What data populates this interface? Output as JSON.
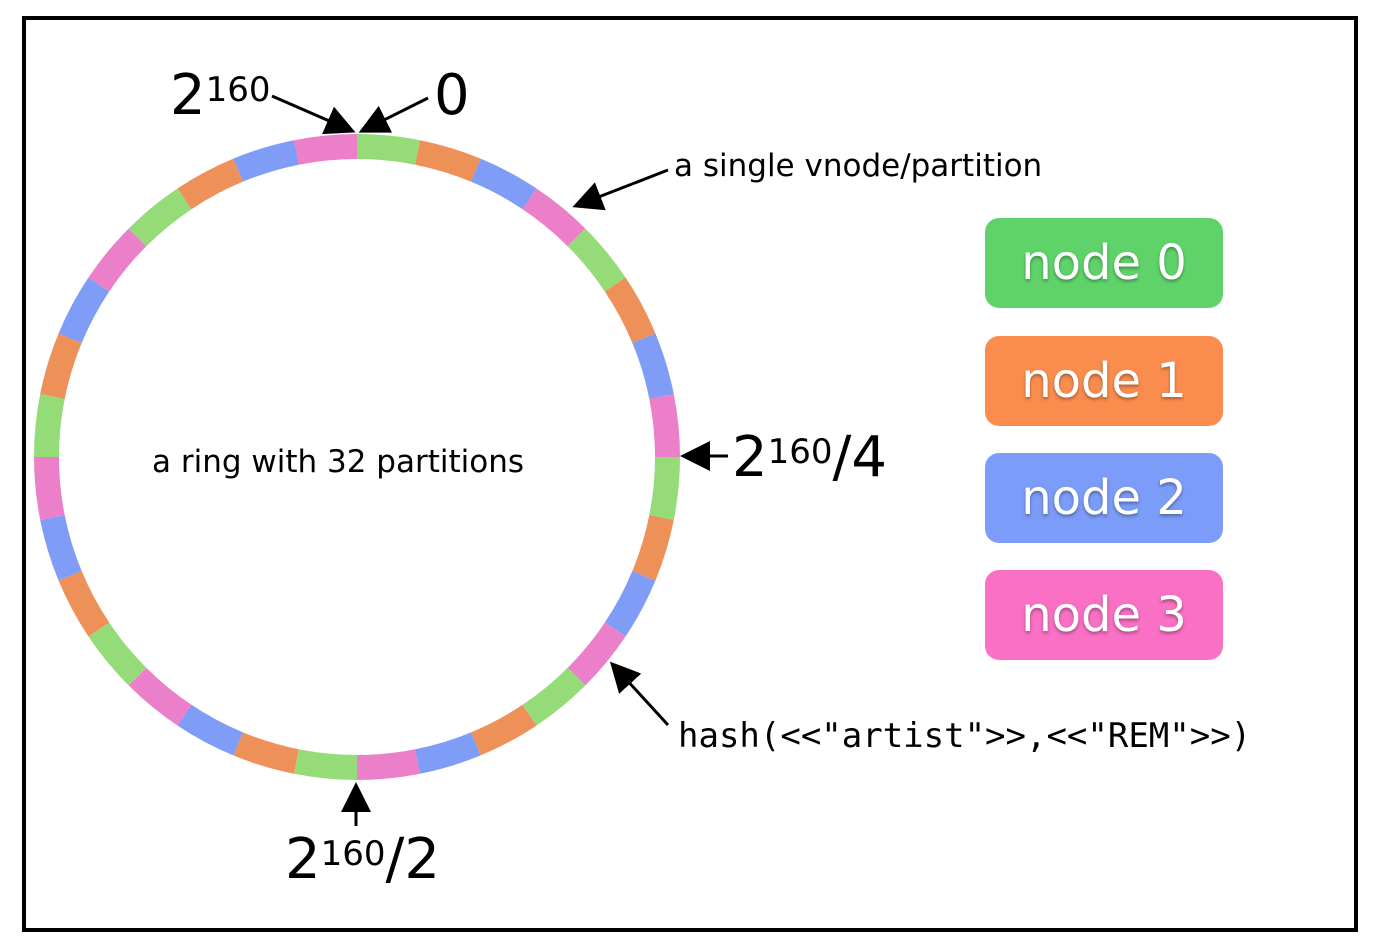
{
  "ring": {
    "partitions": 32,
    "center_label": "a ring with 32 partitions",
    "partition_node_order": [
      0,
      1,
      2,
      3
    ],
    "colors": {
      "node0": "#95dc78",
      "node1": "#ee9158",
      "node2": "#7f9cf7",
      "node3": "#ec7fc9"
    }
  },
  "labels": {
    "top_left_base": "2",
    "top_left_exp": "160",
    "top_right": "0",
    "right_base": "2",
    "right_exp": "160",
    "right_suffix": "/4",
    "bottom_base": "2",
    "bottom_exp": "160",
    "bottom_suffix": "/2",
    "vnode": "a single vnode/partition",
    "hash": "hash(<<\"artist\">>,<<\"REM\">>)"
  },
  "legend": [
    {
      "label": "node 0",
      "color": "#5fd36a"
    },
    {
      "label": "node 1",
      "color": "#fa8d4e"
    },
    {
      "label": "node 2",
      "color": "#7b9cf8"
    },
    {
      "label": "node 3",
      "color": "#f970c4"
    }
  ]
}
